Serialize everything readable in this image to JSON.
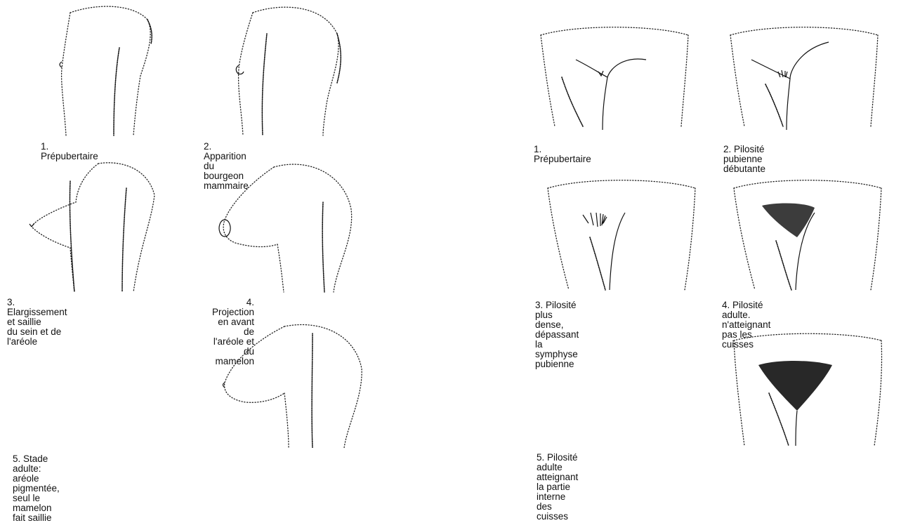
{
  "breast_stages": [
    {
      "caption": "1. Prépubertaire"
    },
    {
      "caption": "2. Apparition du bourgeon\nmammaire"
    },
    {
      "caption": "3. Elargissement et saillie\ndu sein et de l'aréole"
    },
    {
      "caption": "4. Projection en avant de\nl'aréole et du mamelon"
    },
    {
      "caption": "5. Stade adulte: aréole pigmentée, seul le mamelon fait saillie"
    }
  ],
  "pubic_stages": [
    {
      "caption": "1. Prépubertaire"
    },
    {
      "caption": "2. Pilosité pubienne débutante"
    },
    {
      "caption": "3. Pilosité plus dense,\ndépassant la symphyse\npubienne"
    },
    {
      "caption": "4. Pilosité adulte. n'atteignant\npas les cuisses"
    },
    {
      "caption": "5. Pilosité adulte atteignant la partie interne des cuisses"
    }
  ]
}
